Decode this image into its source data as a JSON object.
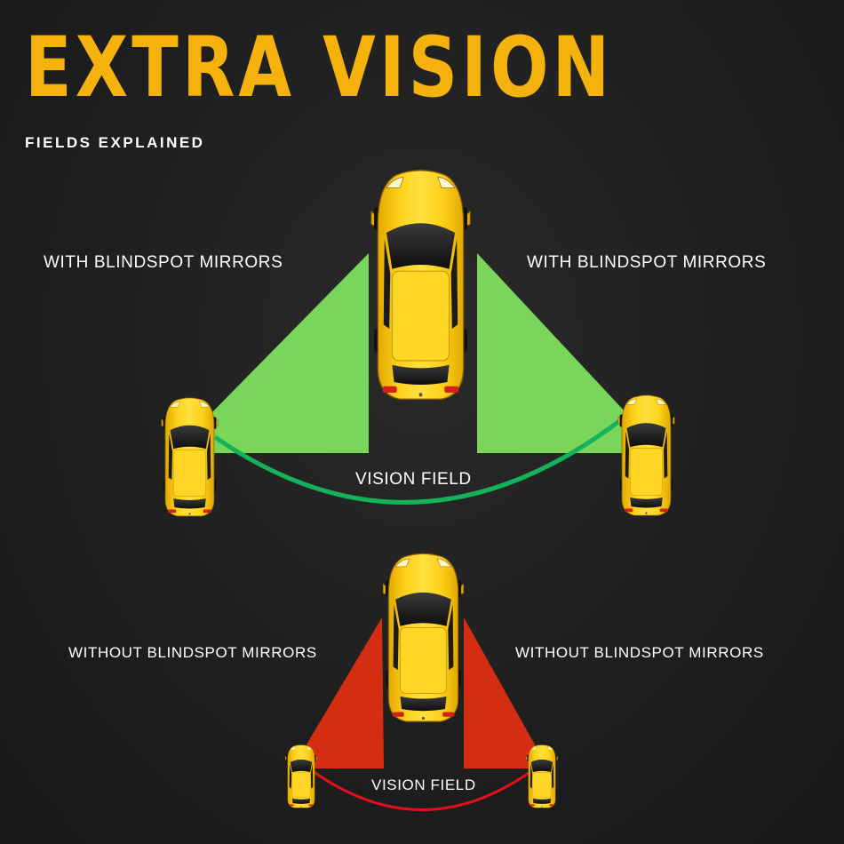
{
  "title": "EXTRA VISION",
  "subtitle": "FIELDS EXPLAINED",
  "top_scene": {
    "left_label": "WITH BLINDSPOT MIRRORS",
    "right_label": "WITH BLINDSPOT MIRRORS",
    "vision_label": "VISION FIELD",
    "zone_color": "#79d65a",
    "arc_color": "#14b35a"
  },
  "bottom_scene": {
    "left_label": "WITHOUT BLINDSPOT MIRRORS",
    "right_label": "WITHOUT BLINDSPOT MIRRORS",
    "vision_label": "VISION FIELD",
    "zone_color": "#d42e12",
    "arc_color": "#e0101c"
  },
  "colors": {
    "title": "#f5b20c",
    "car_body": "#f7c400",
    "background": "#1f1f20"
  },
  "icons": [
    "car-icon"
  ]
}
